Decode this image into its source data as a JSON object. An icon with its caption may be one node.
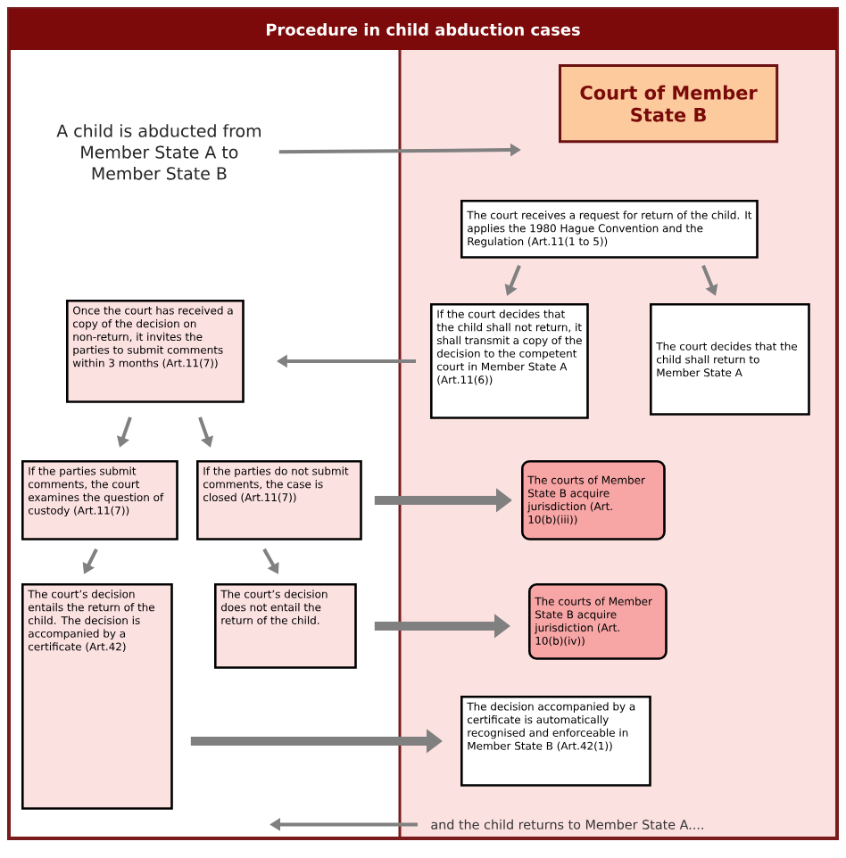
{
  "diagram": {
    "title": "Procedure in child abduction cases",
    "nodes": [
      {
        "text": [
          "A child is abducted from Member State A to Member State B"
        ]
      },
      {
        "text": [
          "Court of Member State B"
        ]
      },
      {
        "text": [
          "The court receives a request for return of the child. It applies the 1980 Hague Convention and the Regulation (Art.11(1 to 5))"
        ]
      },
      {
        "text": [
          "If the court decides that the child shall not return, it shall transmit a copy of the decision to the competent court in Member State A (Art.11(6))"
        ]
      },
      {
        "text": [
          "The court decides that the child shall return to Member State A"
        ]
      },
      {
        "text": [
          "Once the court has received a copy of the decision on non-return, it invites the parties to submit comments within 3 months (Art.11(7))"
        ]
      },
      {
        "text": [
          "If the parties submit comments, the court examines the question of custody (Art.11(7))"
        ]
      },
      {
        "text": [
          "If the parties do not submit comments, the case is closed (Art.11(7))"
        ]
      },
      {
        "text": [
          "The courts of Member State B acquire jurisdiction (Art. 10(b)(iii))"
        ]
      },
      {
        "text": [
          "The court’s decision entails the return of the child. The decision is accompanied by a certificate (Art.42)"
        ]
      },
      {
        "text": [
          "The court’s decision does not entail the return of the child."
        ]
      },
      {
        "text": [
          "The courts of Member State B acquire jurisdiction (Art. 10(b)(iv))"
        ]
      },
      {
        "text": [
          "The decision accompanied by a certificate is automatically recognised and enforceable in Member State B (Art.42(1))"
        ]
      },
      {
        "text": [
          "and the child returns to Member State A...."
        ]
      }
    ],
    "edges": [
      {
        "from": 0,
        "to": null,
        "arrow": "to"
      },
      {
        "from": 2,
        "to": 3,
        "arrow": "to"
      },
      {
        "from": 2,
        "to": 4,
        "arrow": "to"
      },
      {
        "from": 3,
        "to": 5,
        "arrow": "to"
      },
      {
        "from": 5,
        "to": 6,
        "arrow": "to"
      },
      {
        "from": 5,
        "to": 7,
        "arrow": "to"
      },
      {
        "from": 7,
        "to": 8,
        "arrow": "to",
        "style": "thick"
      },
      {
        "from": 6,
        "to": 9,
        "arrow": "to"
      },
      {
        "from": 7,
        "to": 10,
        "arrow": "to"
      },
      {
        "from": 10,
        "to": 11,
        "arrow": "to",
        "style": "thick"
      },
      {
        "from": 9,
        "to": 12,
        "arrow": "to",
        "style": "thick"
      },
      {
        "from": 13,
        "to": null,
        "arrow": "to"
      }
    ]
  }
}
